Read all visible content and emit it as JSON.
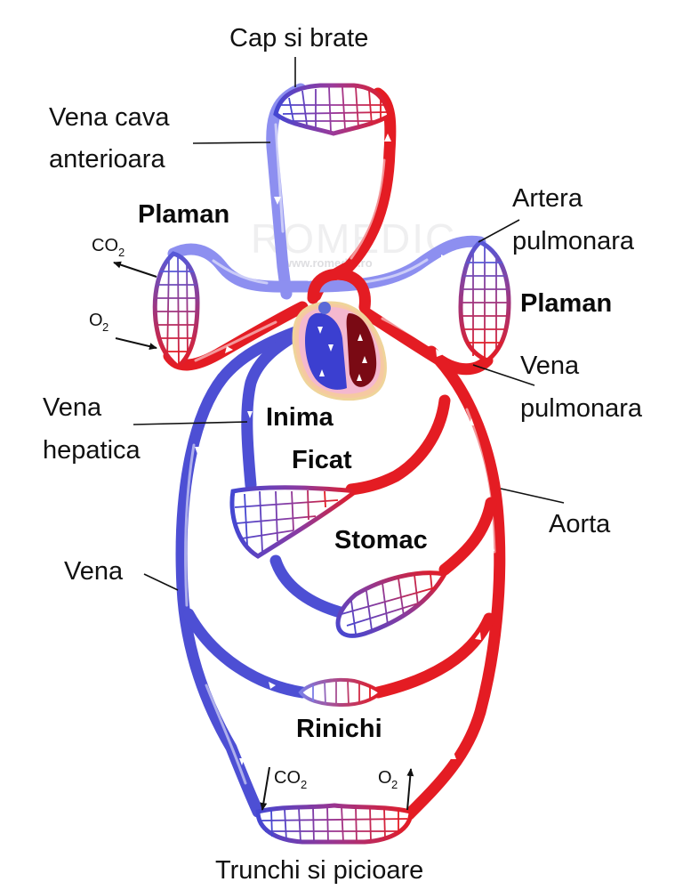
{
  "diagram": {
    "title": "Circulatia sangelui",
    "watermark": {
      "brand": "ROMEDIC",
      "site": "www.romedic.ro"
    },
    "colors": {
      "venous_blood": "#4d4fd4",
      "venous_light": "#8d8ff0",
      "arterial_blood": "#e41c23",
      "heart_left": "#7a0a14",
      "heart_right": "#3b3fd0",
      "pericardium": "#f4b8cf",
      "label_text": "#111111"
    },
    "labels": {
      "cap_si_brate": "Cap si brate",
      "vena_cava_line1": "Vena cava",
      "vena_cava_line2": "anterioara",
      "plaman_left": "Plaman",
      "plaman_right": "Plaman",
      "artera_line1": "Artera",
      "artera_line2": "pulmonara",
      "vena_pulm_line1": "Vena",
      "vena_pulm_line2": "pulmonara",
      "vena_hep_line1": "Vena",
      "vena_hep_line2": "hepatica",
      "inima": "Inima",
      "ficat": "Ficat",
      "stomac": "Stomac",
      "aorta": "Aorta",
      "vena": "Vena",
      "rinichi": "Rinichi",
      "trunchi": "Trunchi si picioare"
    },
    "gas_exchange": {
      "lung_out": {
        "molecule": "CO",
        "subscript": "2",
        "direction": "out"
      },
      "lung_in": {
        "molecule": "O",
        "subscript": "2",
        "direction": "in"
      },
      "body_in": {
        "molecule": "CO",
        "subscript": "2",
        "direction": "into-blood"
      },
      "body_out": {
        "molecule": "O",
        "subscript": "2",
        "direction": "out-of-blood"
      }
    },
    "organs": [
      {
        "id": "head-arms",
        "name": "Cap si brate"
      },
      {
        "id": "lung-left",
        "name": "Plaman"
      },
      {
        "id": "lung-right",
        "name": "Plaman"
      },
      {
        "id": "heart",
        "name": "Inima"
      },
      {
        "id": "liver",
        "name": "Ficat"
      },
      {
        "id": "stomach",
        "name": "Stomac"
      },
      {
        "id": "kidneys",
        "name": "Rinichi"
      },
      {
        "id": "trunk-legs",
        "name": "Trunchi si picioare"
      }
    ],
    "vessels": [
      {
        "id": "superior-vena-cava",
        "name": "Vena cava anterioara",
        "type": "vein"
      },
      {
        "id": "pulmonary-artery",
        "name": "Artera pulmonara",
        "type": "artery-deoxygenated"
      },
      {
        "id": "pulmonary-vein",
        "name": "Vena pulmonara",
        "type": "vein-oxygenated"
      },
      {
        "id": "hepatic-vein",
        "name": "Vena hepatica",
        "type": "vein"
      },
      {
        "id": "aorta",
        "name": "Aorta",
        "type": "artery"
      },
      {
        "id": "inferior-vena",
        "name": "Vena",
        "type": "vein"
      }
    ]
  }
}
